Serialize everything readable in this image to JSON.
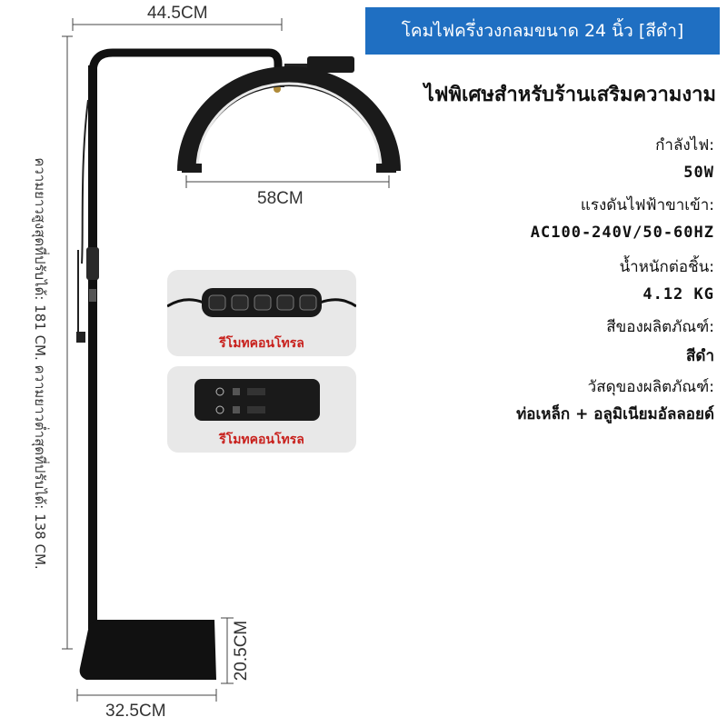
{
  "title": "โคมไฟครึ่งวงกลมขนาด 24 นิ้ว [สีดำ]",
  "subtitle": "ไฟพิเศษสำหรับร้านเสริมความงาม",
  "specs": [
    {
      "label": "กำลังไฟ:",
      "value": "50W"
    },
    {
      "label": "แรงดันไฟฟ้าขาเข้า:",
      "value": "AC100-240V/50-60HZ"
    },
    {
      "label": "น้ำหนักต่อชิ้น:",
      "value": "4.12 KG"
    },
    {
      "label": "สีของผลิตภัณฑ์:",
      "value": "สีดำ"
    },
    {
      "label": "วัสดุของผลิตภัณฑ์:",
      "value": "ท่อเหล็ก + อลูมิเนียมอัลลอยด์"
    }
  ],
  "dimensions": {
    "arm_width": "44.5CM",
    "lamp_width": "58CM",
    "base_width": "32.5CM",
    "base_height": "20.5CM",
    "height_range": "ความยาวสูงสุดที่ปรับได้: 181 CM. ความยาวต่ำสุดที่ปรับได้: 138 CM."
  },
  "remotes": [
    {
      "caption": "รีโมทคอนโทรล"
    },
    {
      "caption": "รีโมทคอนโทรล"
    }
  ],
  "colors": {
    "banner": "#1f6fc2",
    "caption": "#c8201c"
  }
}
